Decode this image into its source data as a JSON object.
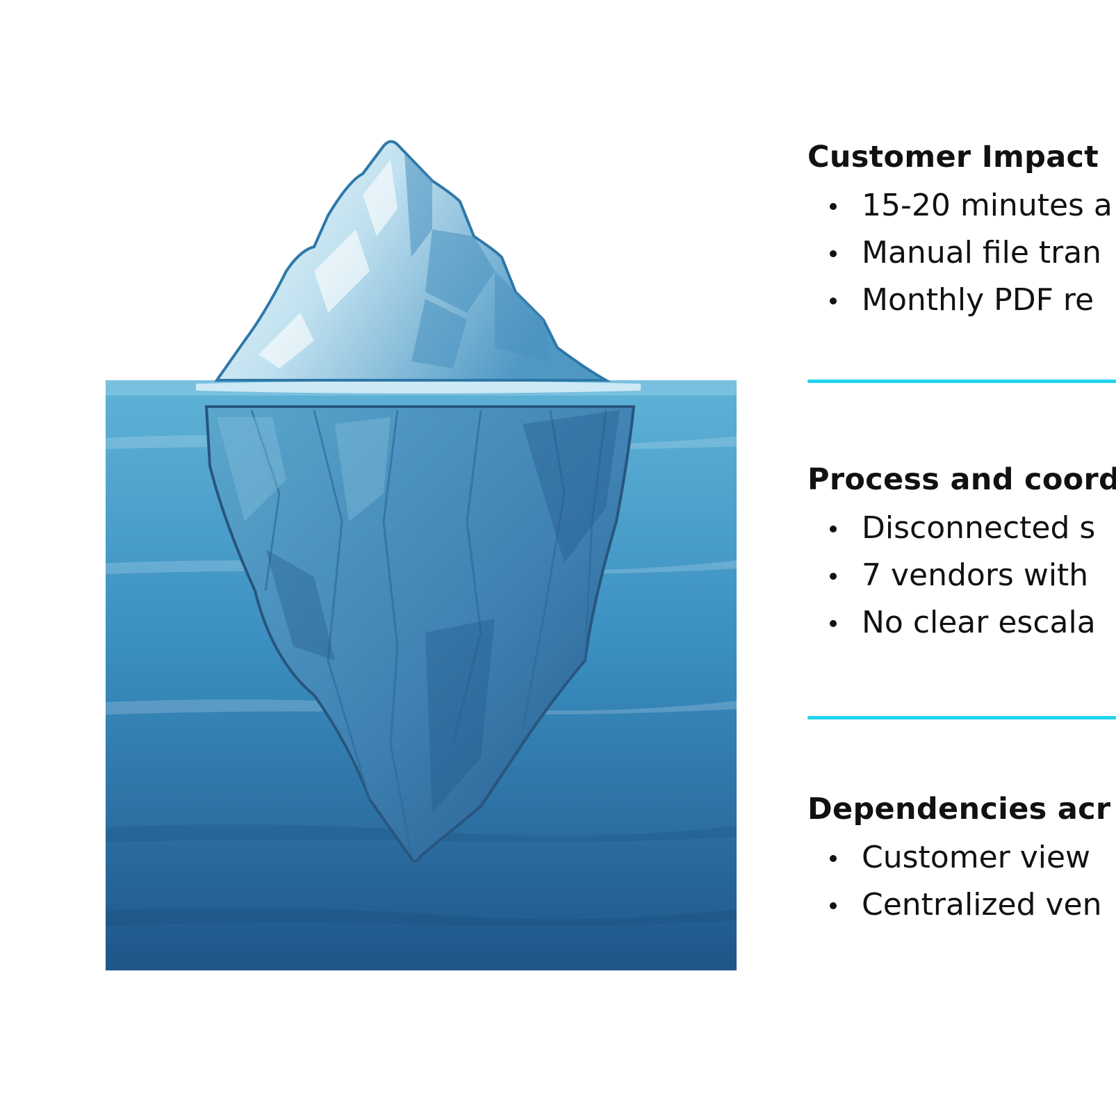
{
  "colors": {
    "divider": "#22d3ee",
    "text": "#111111",
    "water_top": "#5fb2d6",
    "water_bottom": "#1f5589",
    "ice_light": "#e8f4fa",
    "ice_mid": "#5aa7cc",
    "ice_dark": "#2c6496",
    "ice_outline": "#28557f"
  },
  "illustration": {
    "icons": [
      "iceberg",
      "water"
    ]
  },
  "sections": [
    {
      "title": "Customer Impact",
      "items": [
        "15-20 minutes a",
        "Manual file tran",
        "Monthly PDF re"
      ]
    },
    {
      "title": "Process and coord",
      "items": [
        "Disconnected s",
        "7 vendors with",
        "No clear escala"
      ]
    },
    {
      "title": "Dependencies acr",
      "items": [
        "Customer view",
        "Centralized ven"
      ]
    }
  ]
}
